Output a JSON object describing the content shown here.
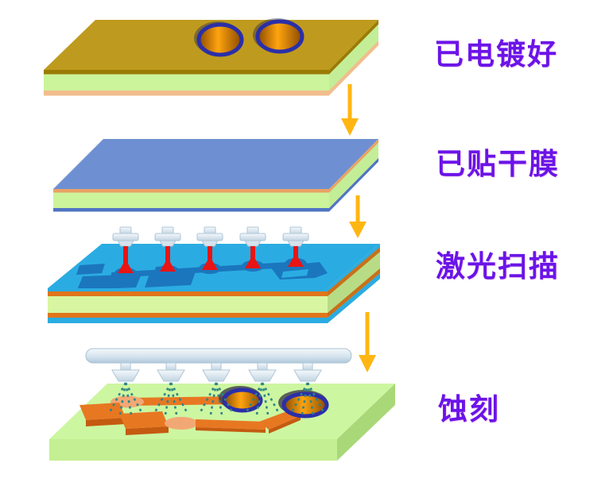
{
  "diagram": {
    "type": "process-flow",
    "subject": "PCB laser-direct-imaging process steps",
    "stages": [
      {
        "id": "electroplated",
        "label": "已电镀好"
      },
      {
        "id": "dry-film",
        "label": "已贴干膜"
      },
      {
        "id": "laser-scan",
        "label": "激光扫描"
      },
      {
        "id": "etch",
        "label": "蚀刻"
      }
    ],
    "flow_arrows": {
      "count": 3,
      "direction": "down",
      "color": "#FFB612"
    },
    "icons": [
      "down-arrow-icon",
      "plated-hole-icon",
      "laser-head-icon",
      "laser-beam-icon",
      "spray-bar-icon",
      "spray-nozzle-icon",
      "spray-mist-icon"
    ],
    "colors": {
      "label_text": "#6B14E8",
      "arrow": "#FFB612",
      "copper_top_gold": "#BE9B1E",
      "dry_film_blue": "#6E90D2",
      "laser_surface_cyan": "#2AACE2",
      "exposed_pattern_blue": "#1B76BE",
      "substrate_green": "#CCF49B",
      "etched_board_green": "#CDF6A1",
      "copper_trace_orange": "#E87722",
      "copper_trace_shadow": "#C55A11",
      "hole_ring_navy": "#2B2FA8",
      "hole_fill_orange": "#FFA40F",
      "laser_beam_red": "#E91414",
      "spray_dot_teal": "#2E8585",
      "hardware_silver": "#D9E5EF",
      "background": "#FFFFFF"
    }
  }
}
